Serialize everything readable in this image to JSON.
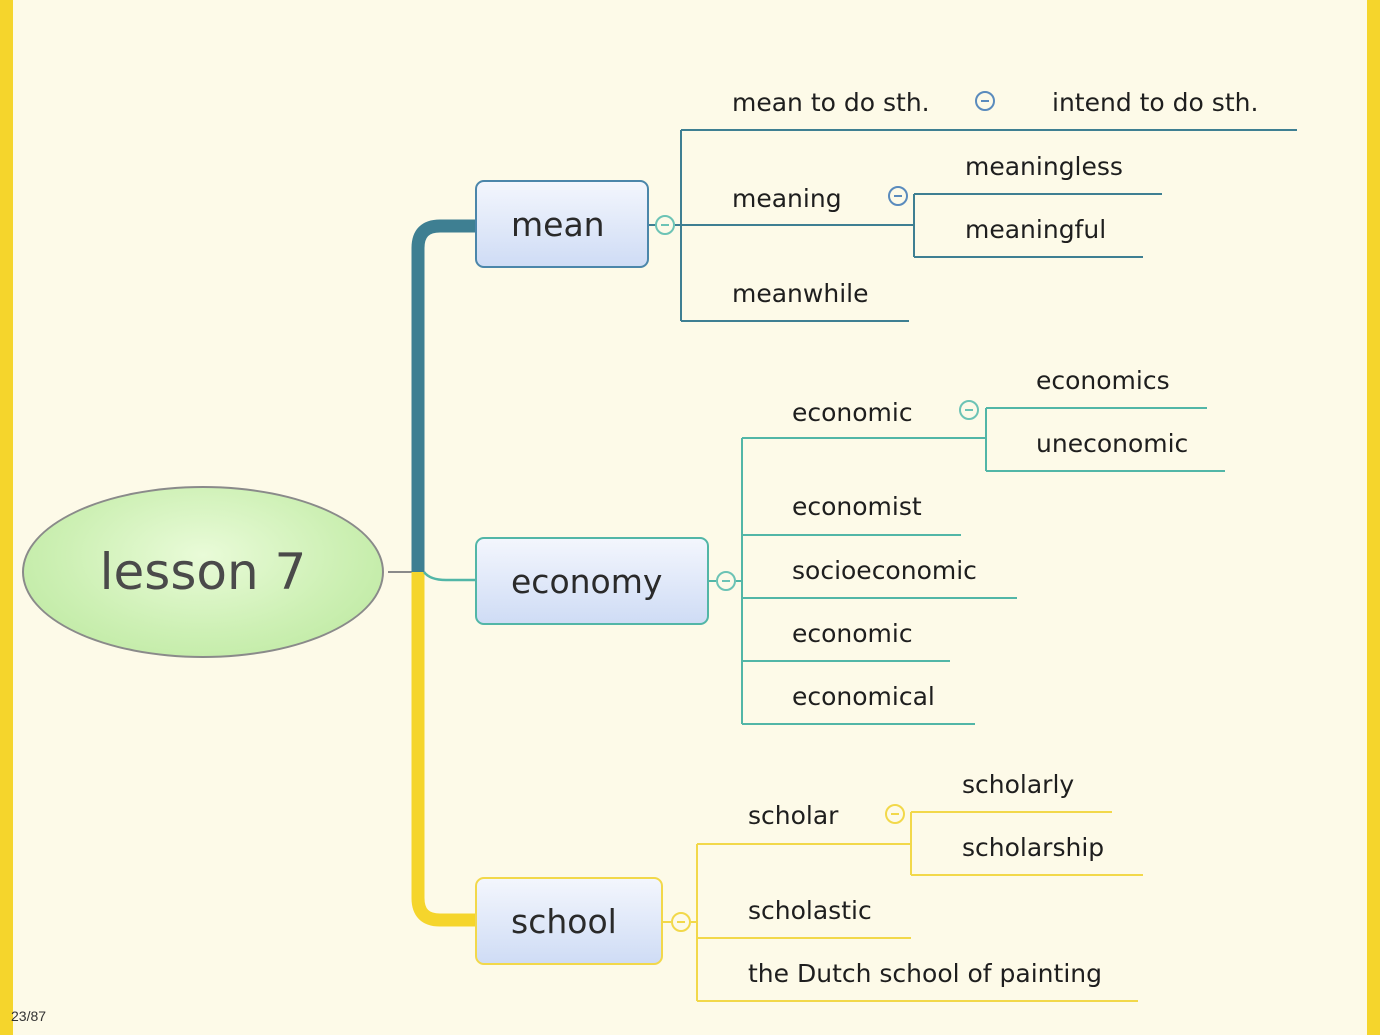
{
  "colors": {
    "frame": "#f5d52c",
    "mean_branch": "#3e7f92",
    "economy_branch": "#52b6a7",
    "school_branch": "#f2d84a",
    "root_fill": "#c8eeb0"
  },
  "root": {
    "label": "lesson 7"
  },
  "topics": {
    "mean": {
      "label": "mean",
      "children": {
        "mean_to_do": "mean to do sth.",
        "intend_to_do": "intend to do sth.",
        "meaning": "meaning",
        "meaningless": "meaningless",
        "meaningful": "meaningful",
        "meanwhile": "meanwhile"
      }
    },
    "economy": {
      "label": "economy",
      "children": {
        "economic_1": "economic",
        "economics": "economics",
        "uneconomic": "uneconomic",
        "economist": "economist",
        "socioeconomic": "socioeconomic",
        "economic_2": "economic",
        "economical": "economical"
      }
    },
    "school": {
      "label": "school",
      "children": {
        "scholar": "scholar",
        "scholarly": "scholarly",
        "scholarship": "scholarship",
        "scholastic": "scholastic",
        "dutch_school": "the Dutch school of painting"
      }
    }
  },
  "page_indicator": "23/87",
  "icons": {
    "collapse": "collapse-minus-icon"
  }
}
